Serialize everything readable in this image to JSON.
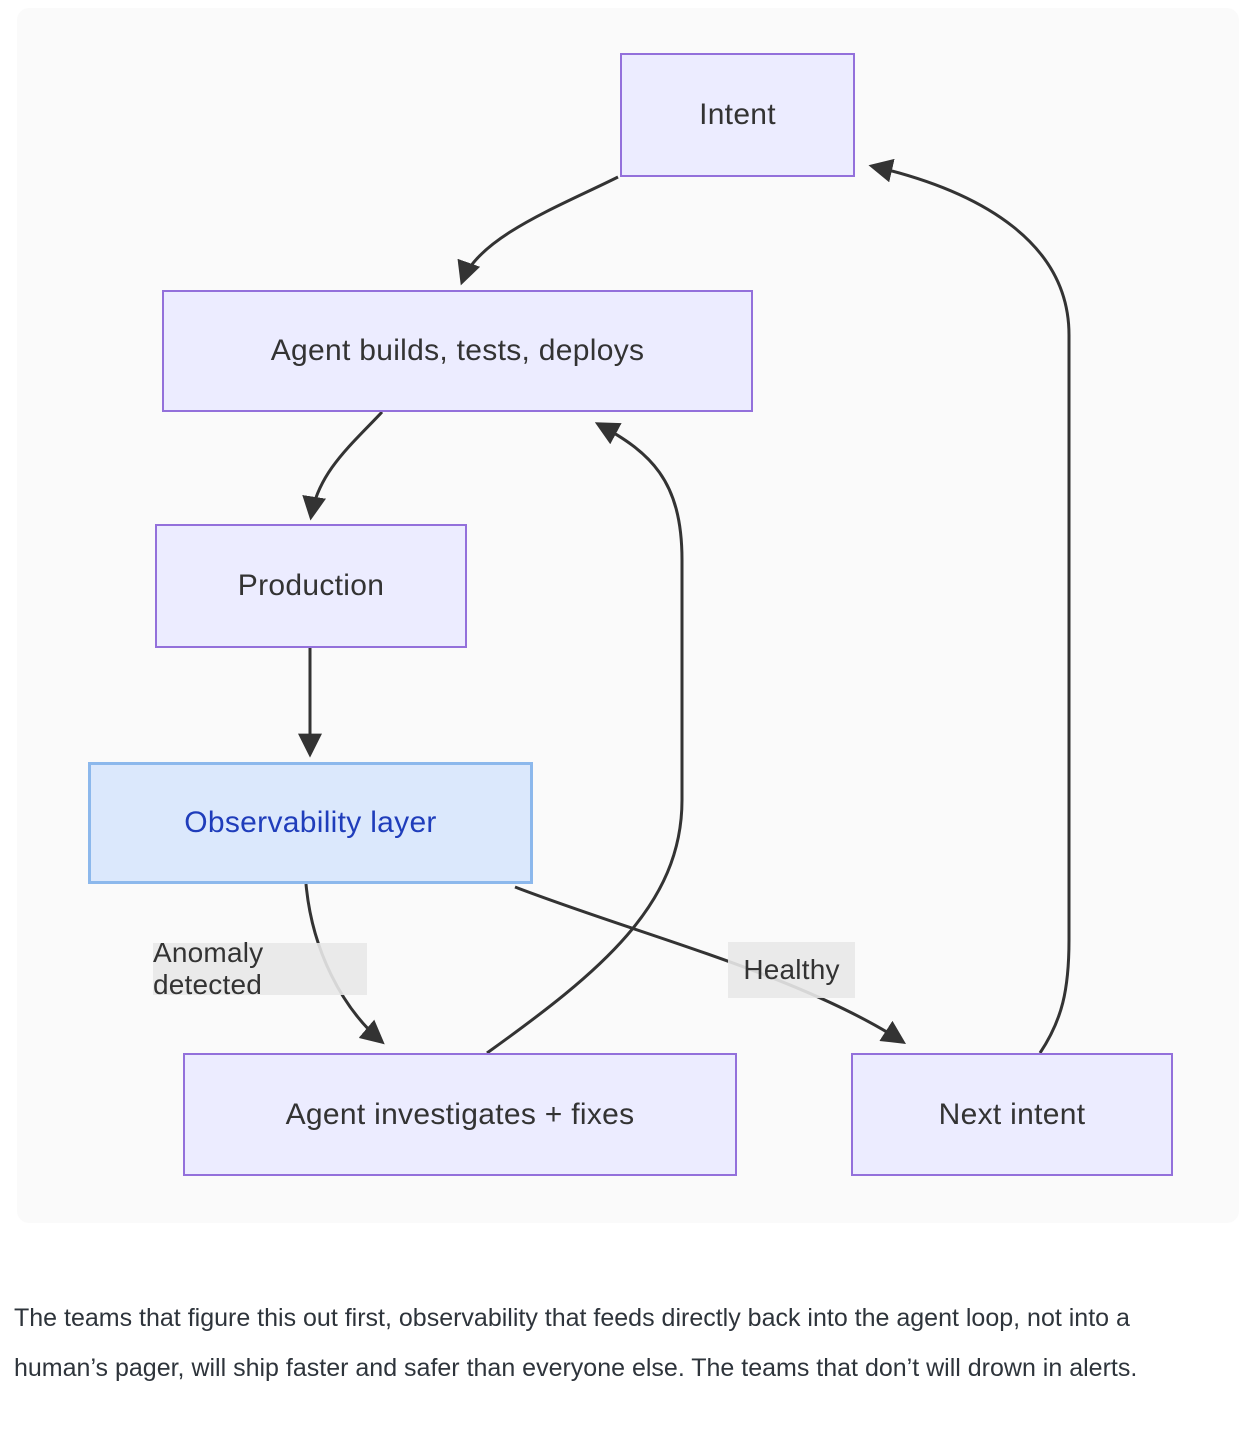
{
  "diagram": {
    "panel_bg": "#fafafa",
    "line_color": "#333333",
    "colors": {
      "node_fill": "#ececff",
      "node_border": "#9370db",
      "node_text": "#333333",
      "highlight_fill": "#dbe8fc",
      "highlight_border": "#8cb8ec",
      "highlight_text": "#1f3dbb",
      "edge_label_bg": "#e8e8e8"
    },
    "nodes": [
      {
        "id": "intent",
        "label": "Intent"
      },
      {
        "id": "agent-builds",
        "label": "Agent builds, tests, deploys"
      },
      {
        "id": "production",
        "label": "Production"
      },
      {
        "id": "observability",
        "label": "Observability layer"
      },
      {
        "id": "agent-investigates",
        "label": "Agent investigates + fixes"
      },
      {
        "id": "next-intent",
        "label": "Next intent"
      }
    ],
    "edges": [
      {
        "from": "intent",
        "to": "agent-builds",
        "label": ""
      },
      {
        "from": "agent-builds",
        "to": "production",
        "label": ""
      },
      {
        "from": "production",
        "to": "observability",
        "label": ""
      },
      {
        "from": "observability",
        "to": "agent-investigates",
        "label": "Anomaly detected"
      },
      {
        "from": "observability",
        "to": "next-intent",
        "label": "Healthy"
      },
      {
        "from": "agent-investigates",
        "to": "agent-builds",
        "label": ""
      },
      {
        "from": "next-intent",
        "to": "intent",
        "label": ""
      }
    ],
    "edge_labels": [
      {
        "id": "anomaly",
        "label": "Anomaly detected"
      },
      {
        "id": "healthy",
        "label": "Healthy"
      }
    ]
  },
  "caption": {
    "text": "The teams that figure this out first, observability that feeds directly back into the agent loop, not into a human’s pager, will ship faster and safer than everyone else. The teams that don’t will drown in alerts."
  }
}
